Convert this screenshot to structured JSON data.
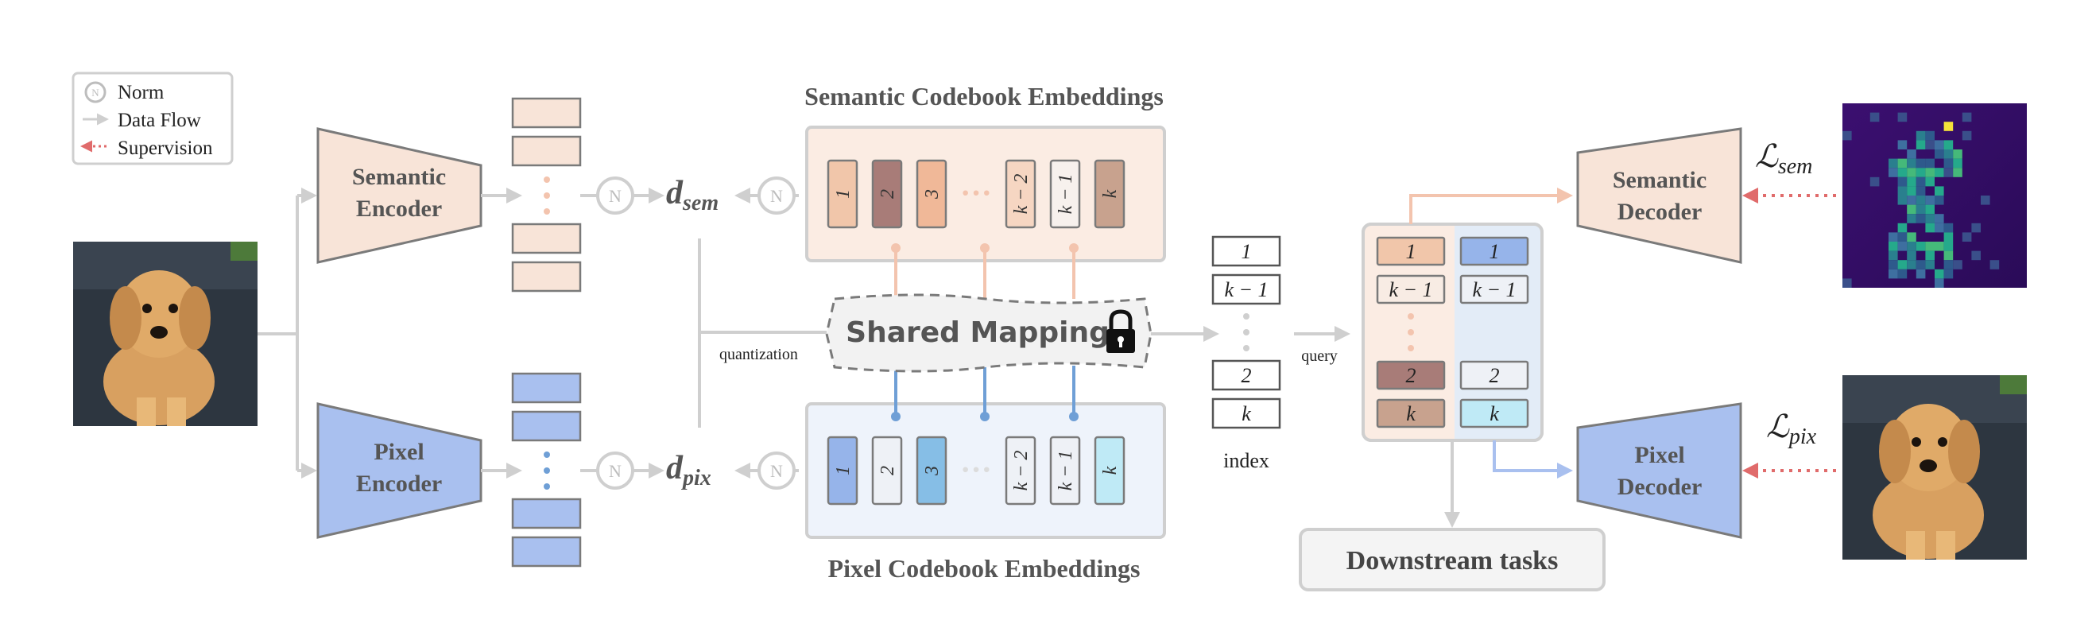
{
  "legend": {
    "items": [
      {
        "symbol": "N",
        "label": "Norm"
      },
      {
        "symbol": "",
        "label": "Data Flow"
      },
      {
        "symbol": "",
        "label": "Supervision"
      }
    ]
  },
  "encoders": {
    "semantic": {
      "line1": "Semantic",
      "line2": "Encoder"
    },
    "pixel": {
      "line1": "Pixel",
      "line2": "Encoder"
    }
  },
  "norm_symbol": "N",
  "distances": {
    "sem": {
      "main": "d",
      "sub": "sem"
    },
    "pix": {
      "main": "d",
      "sub": "pix"
    }
  },
  "codebooks": {
    "semantic_title": "Semantic Codebook Embeddings",
    "pixel_title": "Pixel Codebook Embeddings",
    "entry_labels": [
      "1",
      "2",
      "3",
      "···",
      "k − 2",
      "k − 1",
      "k"
    ]
  },
  "shared_mapping": {
    "label": "Shared Mapping",
    "lock": "lock"
  },
  "quantization_label": "quantization",
  "index": {
    "entries": [
      "1",
      "k − 1",
      "2",
      "k"
    ],
    "label": "index"
  },
  "query_label": "query",
  "selected": {
    "semantic": [
      "1",
      "k − 1",
      "2",
      "k"
    ],
    "pixel": [
      "1",
      "k − 1",
      "2",
      "k"
    ]
  },
  "decoders": {
    "semantic": {
      "line1": "Semantic",
      "line2": "Decoder"
    },
    "pixel": {
      "line1": "Pixel",
      "line2": "Decoder"
    }
  },
  "losses": {
    "sem": {
      "main": "ℒ",
      "sub": "sem"
    },
    "pix": {
      "main": "ℒ",
      "sub": "pix"
    }
  },
  "downstream_label": "Downstream tasks",
  "colors": {
    "semantic_fill": "#f8e4d8",
    "semantic_stroke": "#7a7a7a",
    "pixel_fill": "#a9c0ef",
    "arrow_gray": "#cfcfcf",
    "supervision_red": "#e06b6b",
    "semantic_link": "#f3c4ae",
    "pixel_link": "#6f9fd6"
  }
}
